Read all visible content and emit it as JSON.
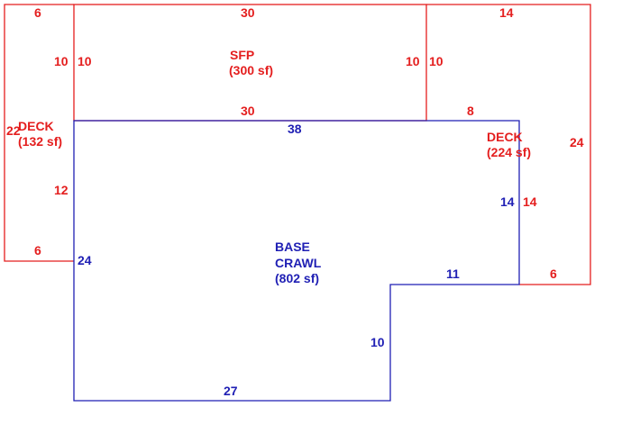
{
  "colors": {
    "deck": "#e41e1e",
    "base": "#1f1fb4"
  },
  "areas": {
    "sfp": {
      "name": "SFP",
      "area": "(300 sf)"
    },
    "deck_left": {
      "name": "DECK",
      "area": "(132 sf)"
    },
    "deck_right": {
      "name": "DECK",
      "area": "(224 sf)"
    },
    "base": {
      "name": "BASE",
      "sub": "CRAWL",
      "area": "(802 sf)"
    }
  },
  "dimensions": {
    "left_deck_top": "6",
    "left_deck_side": "22",
    "left_deck_inner_upper": "10",
    "left_deck_inner_lower": "12",
    "left_deck_bottom": "6",
    "sfp_top": "30",
    "sfp_left": "10",
    "sfp_right": "10",
    "sfp_bottom": "30",
    "right_deck_top": "14",
    "right_deck_inner_upper": "10",
    "right_deck_step": "8",
    "right_deck_inner_lower": "14",
    "right_deck_side": "24",
    "right_deck_bottom": "6",
    "base_top": "38",
    "base_left": "24",
    "base_right": "14",
    "base_step": "11",
    "base_inner": "10",
    "base_bottom": "27"
  }
}
